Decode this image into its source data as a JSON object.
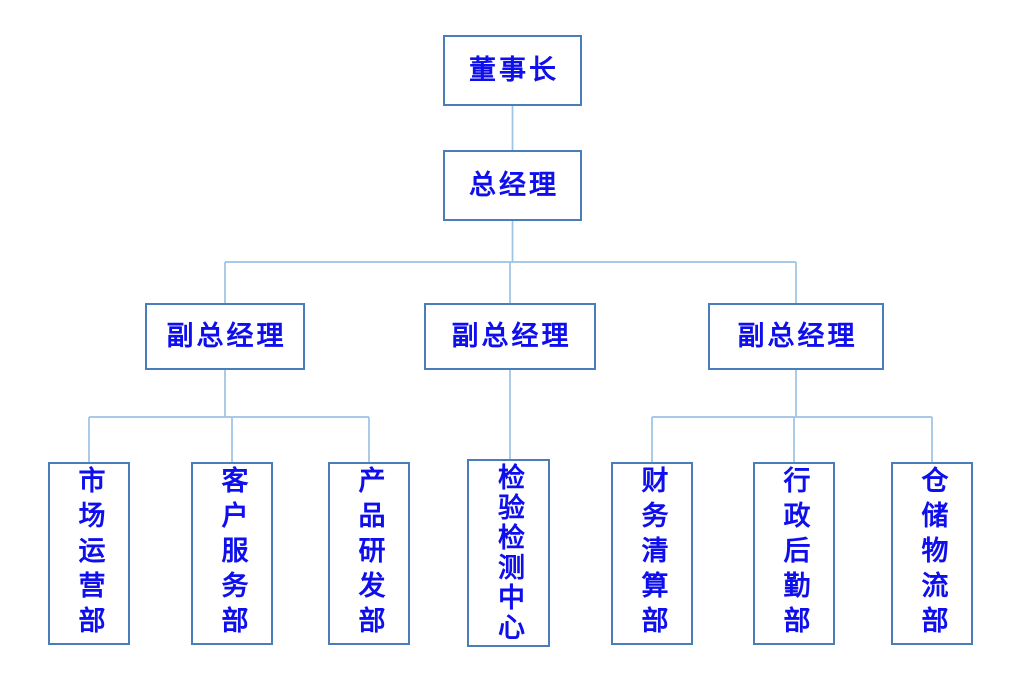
{
  "diagram_type": "organization-chart",
  "colors": {
    "box_border": "#4a7ebb",
    "label_text": "#0f0fee",
    "connector_line": "#9cc3e5"
  },
  "nodes": {
    "chairman": {
      "label": "董事长"
    },
    "general_manager": {
      "label": "总经理"
    },
    "deputy_1": {
      "label": "副总经理"
    },
    "deputy_2": {
      "label": "副总经理"
    },
    "deputy_3": {
      "label": "副总经理"
    },
    "dept_marketing": {
      "label": "市场运营部"
    },
    "dept_customer_service": {
      "label": "客户服务部"
    },
    "dept_rd": {
      "label": "产品研发部"
    },
    "dept_testing_center": {
      "label": "检验检测中心"
    },
    "dept_finance": {
      "label": "财务清算部"
    },
    "dept_admin": {
      "label": "行政后勤部"
    },
    "dept_warehouse": {
      "label": "仓储物流部"
    }
  },
  "edges": [
    [
      "chairman",
      "general_manager"
    ],
    [
      "general_manager",
      "deputy_1"
    ],
    [
      "general_manager",
      "deputy_2"
    ],
    [
      "general_manager",
      "deputy_3"
    ],
    [
      "deputy_1",
      "dept_marketing"
    ],
    [
      "deputy_1",
      "dept_customer_service"
    ],
    [
      "deputy_1",
      "dept_rd"
    ],
    [
      "deputy_2",
      "dept_testing_center"
    ],
    [
      "deputy_3",
      "dept_finance"
    ],
    [
      "deputy_3",
      "dept_admin"
    ],
    [
      "deputy_3",
      "dept_warehouse"
    ]
  ]
}
